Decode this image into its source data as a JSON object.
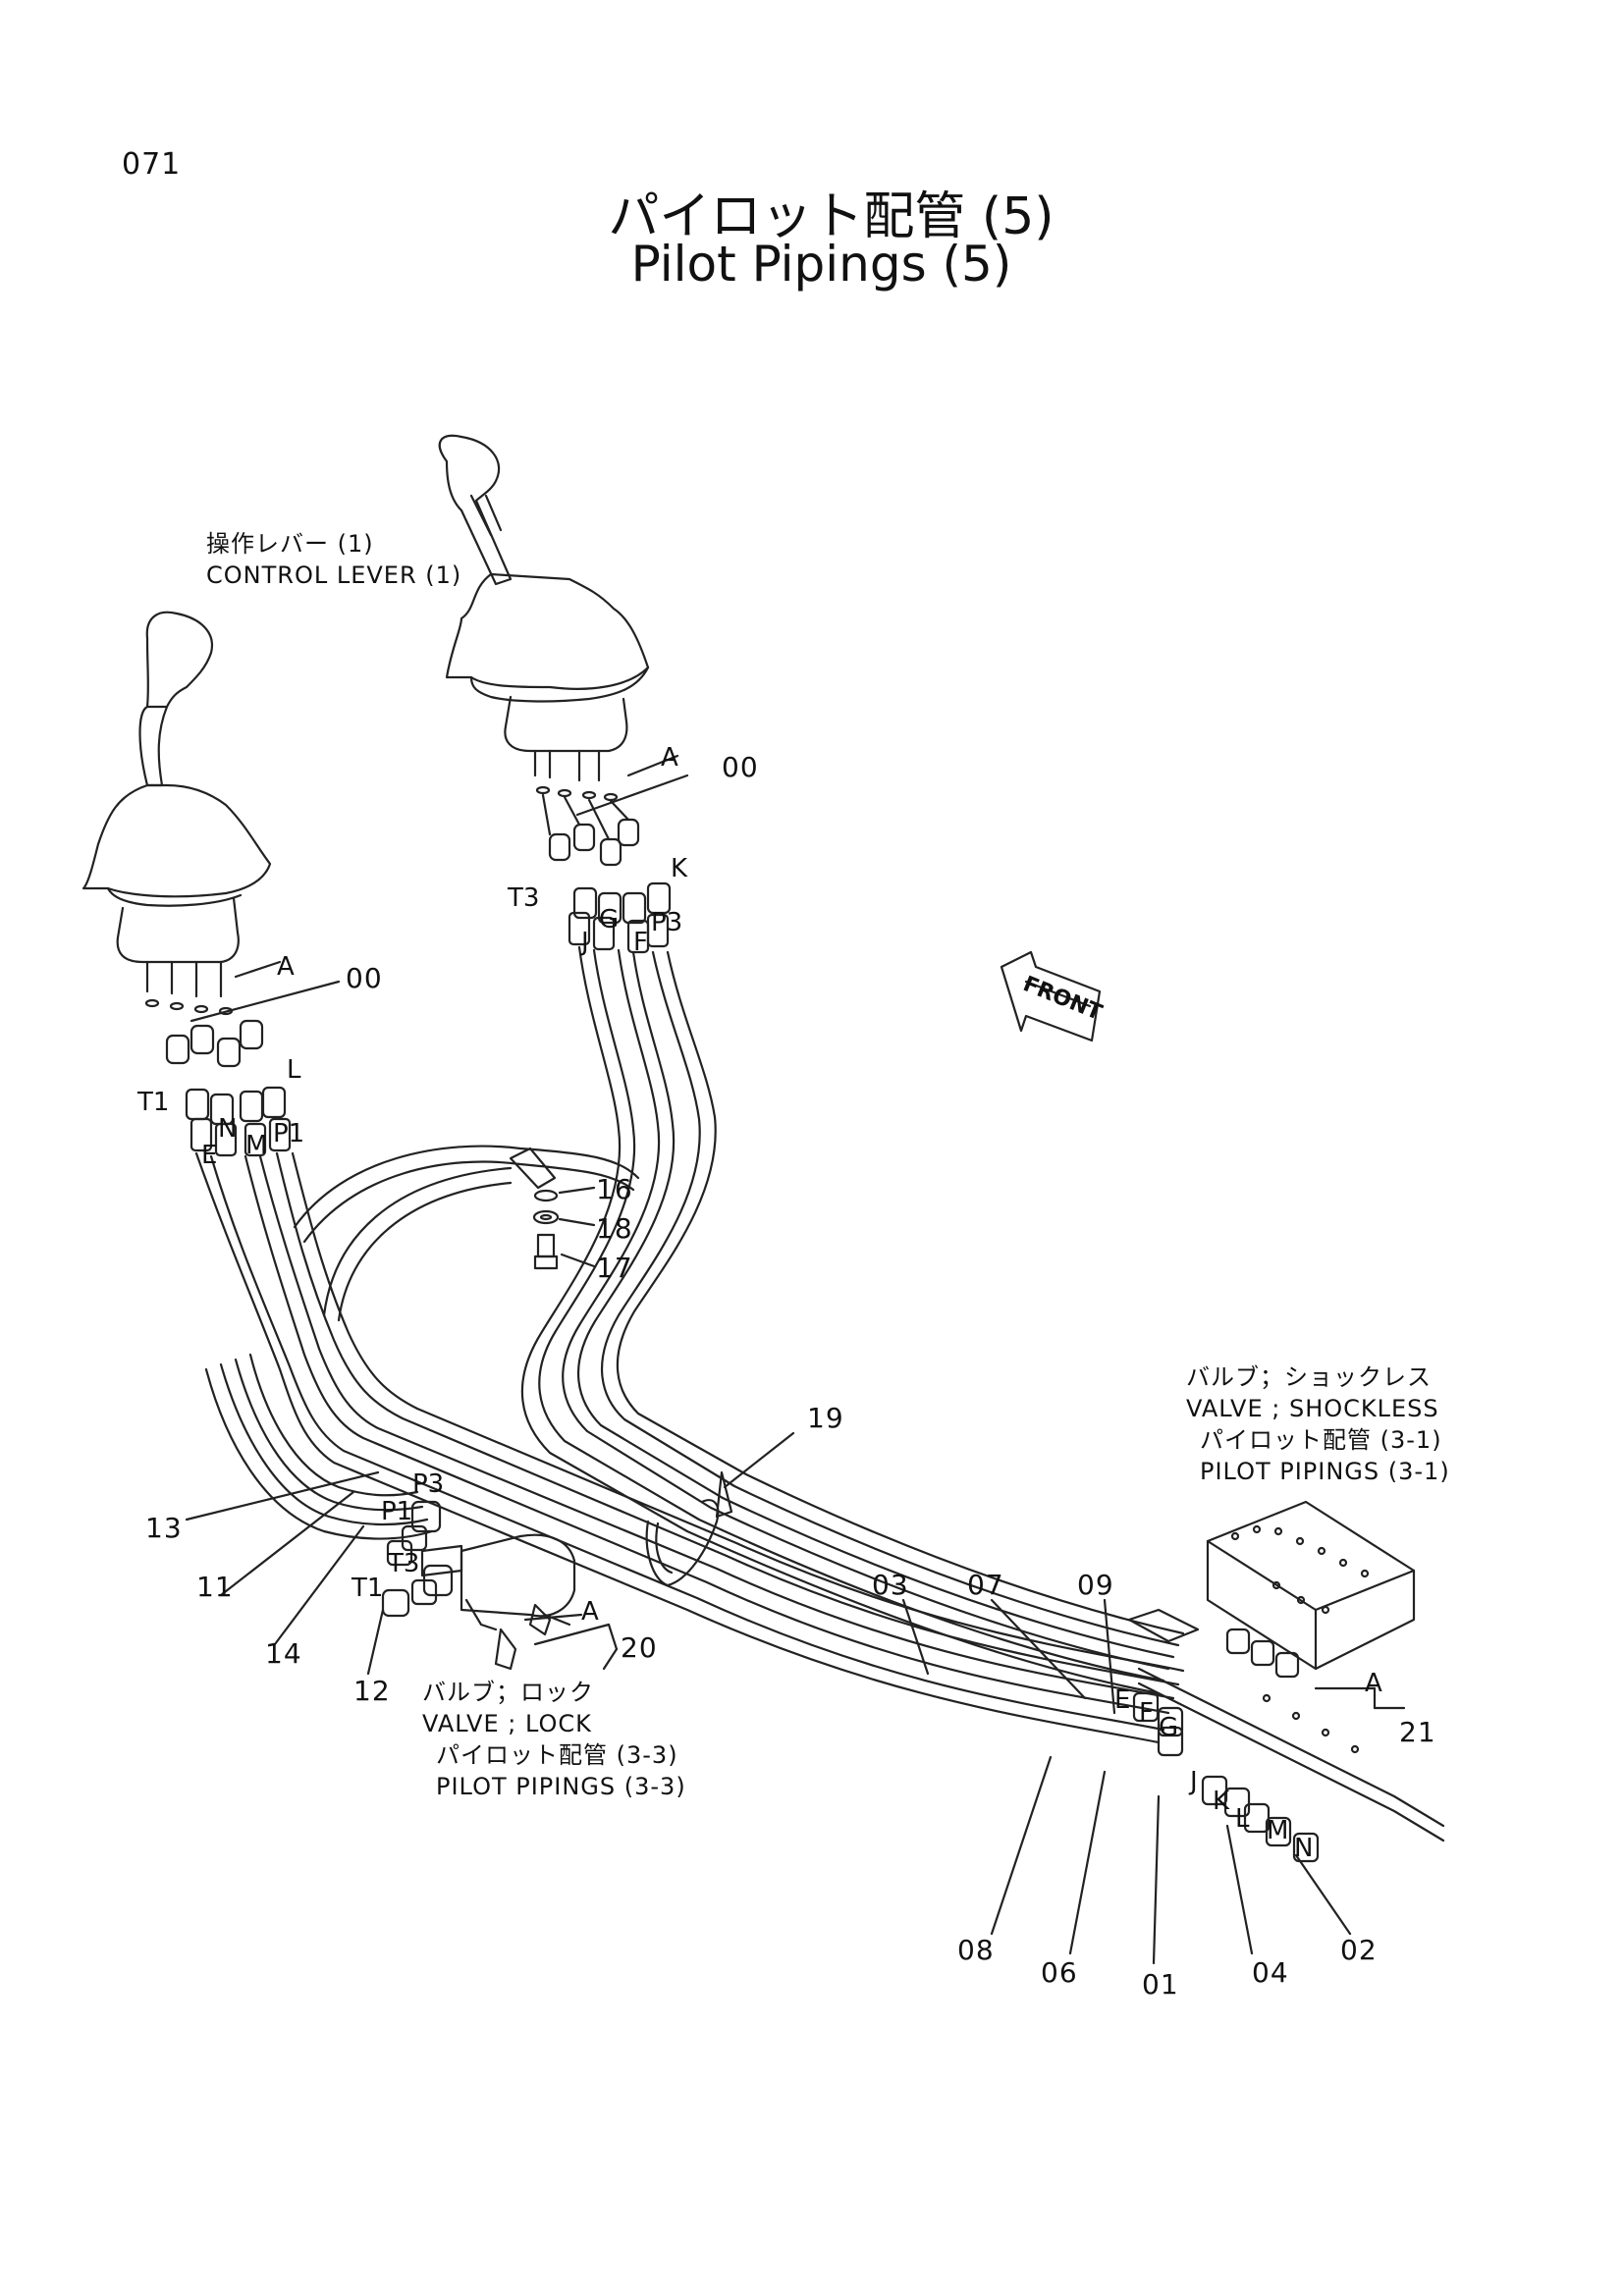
{
  "page_number": "071",
  "title_jp": "パイロット配管 (5)",
  "title_en": "Pilot Pipings (5)",
  "front_marker": "FRONT",
  "labels": {
    "control_lever_jp": "操作レバー (1)",
    "control_lever_en": "CONTROL  LEVER (1)",
    "shockless_jp": "バルブ；ショックレス",
    "shockless_en": "VALVE ; SHOCKLESS",
    "shockless_ref_jp": "パイロット配管 (3-1)",
    "shockless_ref_en": "PILOT  PIPINGS (3-1)",
    "lock_jp": "バルブ；ロック",
    "lock_en": "VALVE ; LOCK",
    "lock_ref_jp": "パイロット配管 (3-3)",
    "lock_ref_en": "PILOT  PIPINGS (3-3)"
  },
  "part_numbers": {
    "p00_right": "00",
    "p00_left": "00",
    "p16": "16",
    "p18": "18",
    "p17": "17",
    "p19": "19",
    "p13": "13",
    "p11": "11",
    "p14": "14",
    "p12": "12",
    "p20": "20",
    "p03": "03",
    "p07": "07",
    "p09": "09",
    "p21": "21",
    "p08": "08",
    "p06": "06",
    "p01": "01",
    "p04": "04",
    "p02": "02"
  },
  "port_letters": {
    "a_right": "A",
    "k_right": "K",
    "t3_right": "T3",
    "g_right": "G",
    "f_right": "F",
    "p3_right": "P3",
    "j_right": "J",
    "a_left": "A",
    "l_left": "L",
    "t1_left": "T1",
    "n_left": "N",
    "e_left": "E",
    "m_left": "M",
    "p1_left": "P1",
    "p3_lock": "P3",
    "p1_lock": "P1",
    "t3_lock": "T3",
    "t1_lock": "T1",
    "a_lock": "A",
    "e_sv": "E",
    "f_sv": "F",
    "g_sv": "G",
    "a_sv": "A",
    "j_sv": "J",
    "k_sv": "K",
    "l_sv": "L",
    "m_sv": "M",
    "n_sv": "N"
  }
}
